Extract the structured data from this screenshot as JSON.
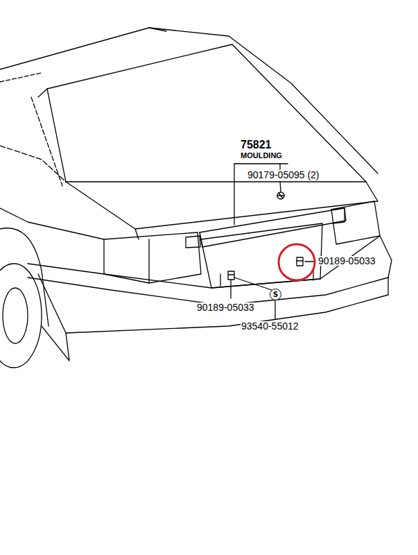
{
  "diagram": {
    "nodes": [
      {
        "text": [
          "S"
        ]
      }
    ],
    "labels": [
      "75821",
      "MOULDING",
      "90179-05095 (2)",
      "90189-05033",
      "90189-05033",
      "93540-55012"
    ]
  }
}
